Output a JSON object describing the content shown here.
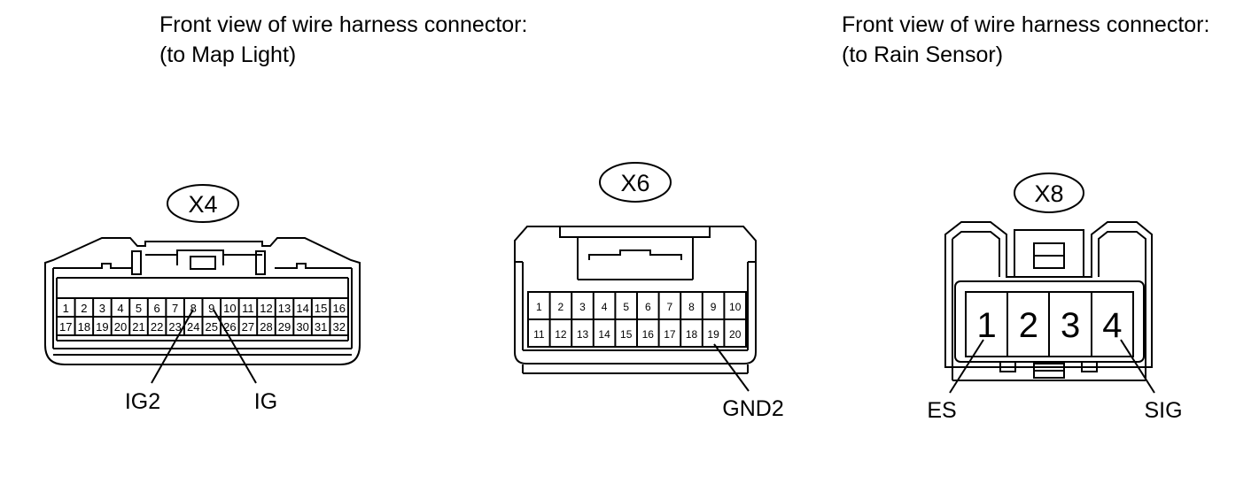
{
  "captions": {
    "left": {
      "line1": "Front view of wire harness connector:",
      "line2": "(to Map Light)"
    },
    "right": {
      "line1": "Front view of wire harness connector:",
      "line2": "(to Rain Sensor)"
    }
  },
  "connectors": {
    "x4": {
      "tag": "X4",
      "row1": [
        "1",
        "2",
        "3",
        "4",
        "5",
        "6",
        "7",
        "8",
        "9",
        "10",
        "11",
        "12",
        "13",
        "14",
        "15",
        "16"
      ],
      "row2": [
        "17",
        "18",
        "19",
        "20",
        "21",
        "22",
        "23",
        "24",
        "25",
        "26",
        "27",
        "28",
        "29",
        "30",
        "31",
        "32"
      ],
      "callouts": [
        {
          "label": "IG2",
          "pin": "8"
        },
        {
          "label": "IG",
          "pin": "9"
        }
      ]
    },
    "x6": {
      "tag": "X6",
      "row1": [
        "1",
        "2",
        "3",
        "4",
        "5",
        "6",
        "7",
        "8",
        "9",
        "10"
      ],
      "row2": [
        "11",
        "12",
        "13",
        "14",
        "15",
        "16",
        "17",
        "18",
        "19",
        "20"
      ],
      "callouts": [
        {
          "label": "GND2",
          "pin": "19"
        }
      ]
    },
    "x8": {
      "tag": "X8",
      "row1": [
        "1",
        "2",
        "3",
        "4"
      ],
      "callouts": [
        {
          "label": "ES",
          "pin": "1"
        },
        {
          "label": "SIG",
          "pin": "4"
        }
      ]
    }
  }
}
